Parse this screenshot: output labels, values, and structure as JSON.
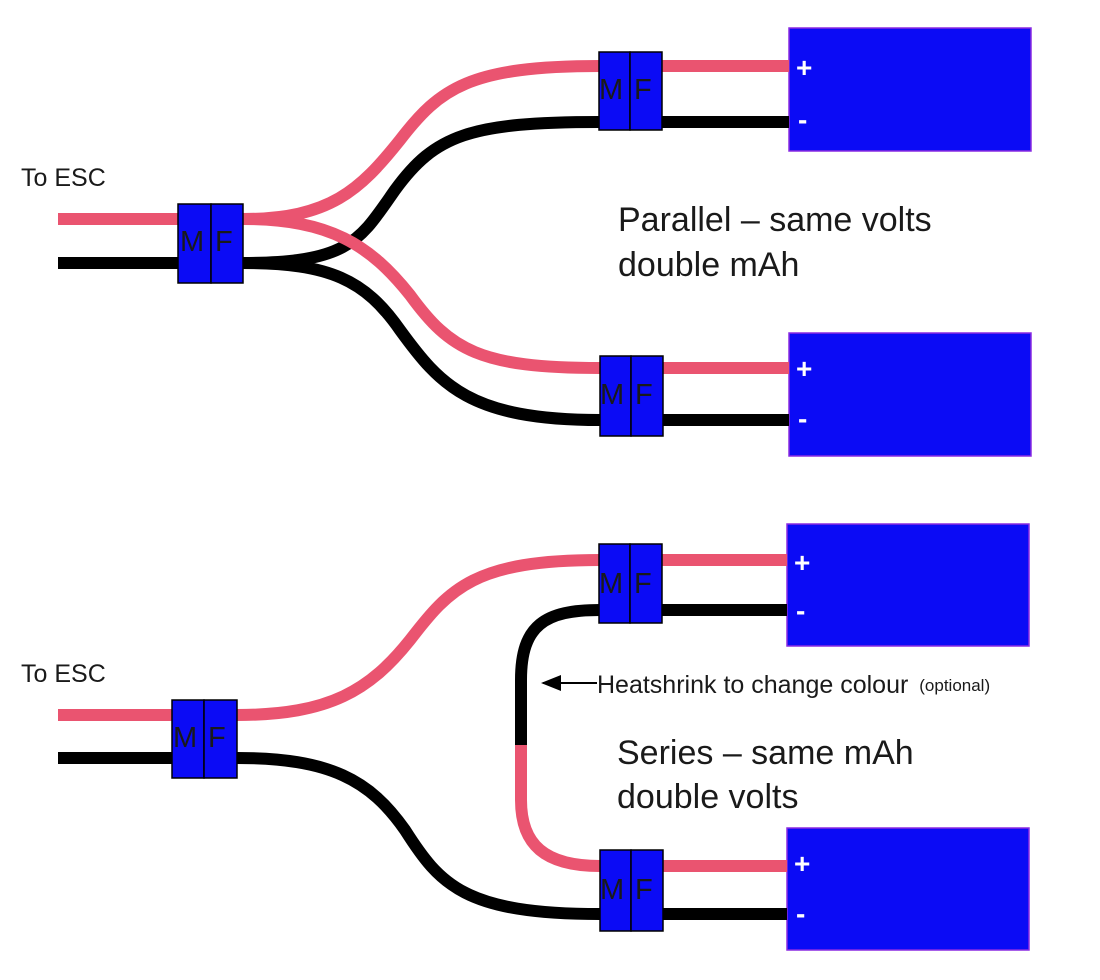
{
  "colors": {
    "positive_wire": "#ea5470",
    "negative_wire": "#000000",
    "connector": "#0b0bf5",
    "battery": "#0b0bf5",
    "battery_border": "#8a2be2"
  },
  "parallel": {
    "esc_label": "To ESC",
    "caption_line1": "Parallel – same volts",
    "caption_line2": "double mAh"
  },
  "series": {
    "esc_label": "To ESC",
    "caption_line1": "Series – same mAh",
    "caption_line2": "double volts",
    "note_main": "Heatshrink to change colour",
    "note_optional": "(optional)"
  },
  "connector": {
    "male": "M",
    "female": "F"
  },
  "battery": {
    "plus": "+",
    "minus": "-"
  }
}
